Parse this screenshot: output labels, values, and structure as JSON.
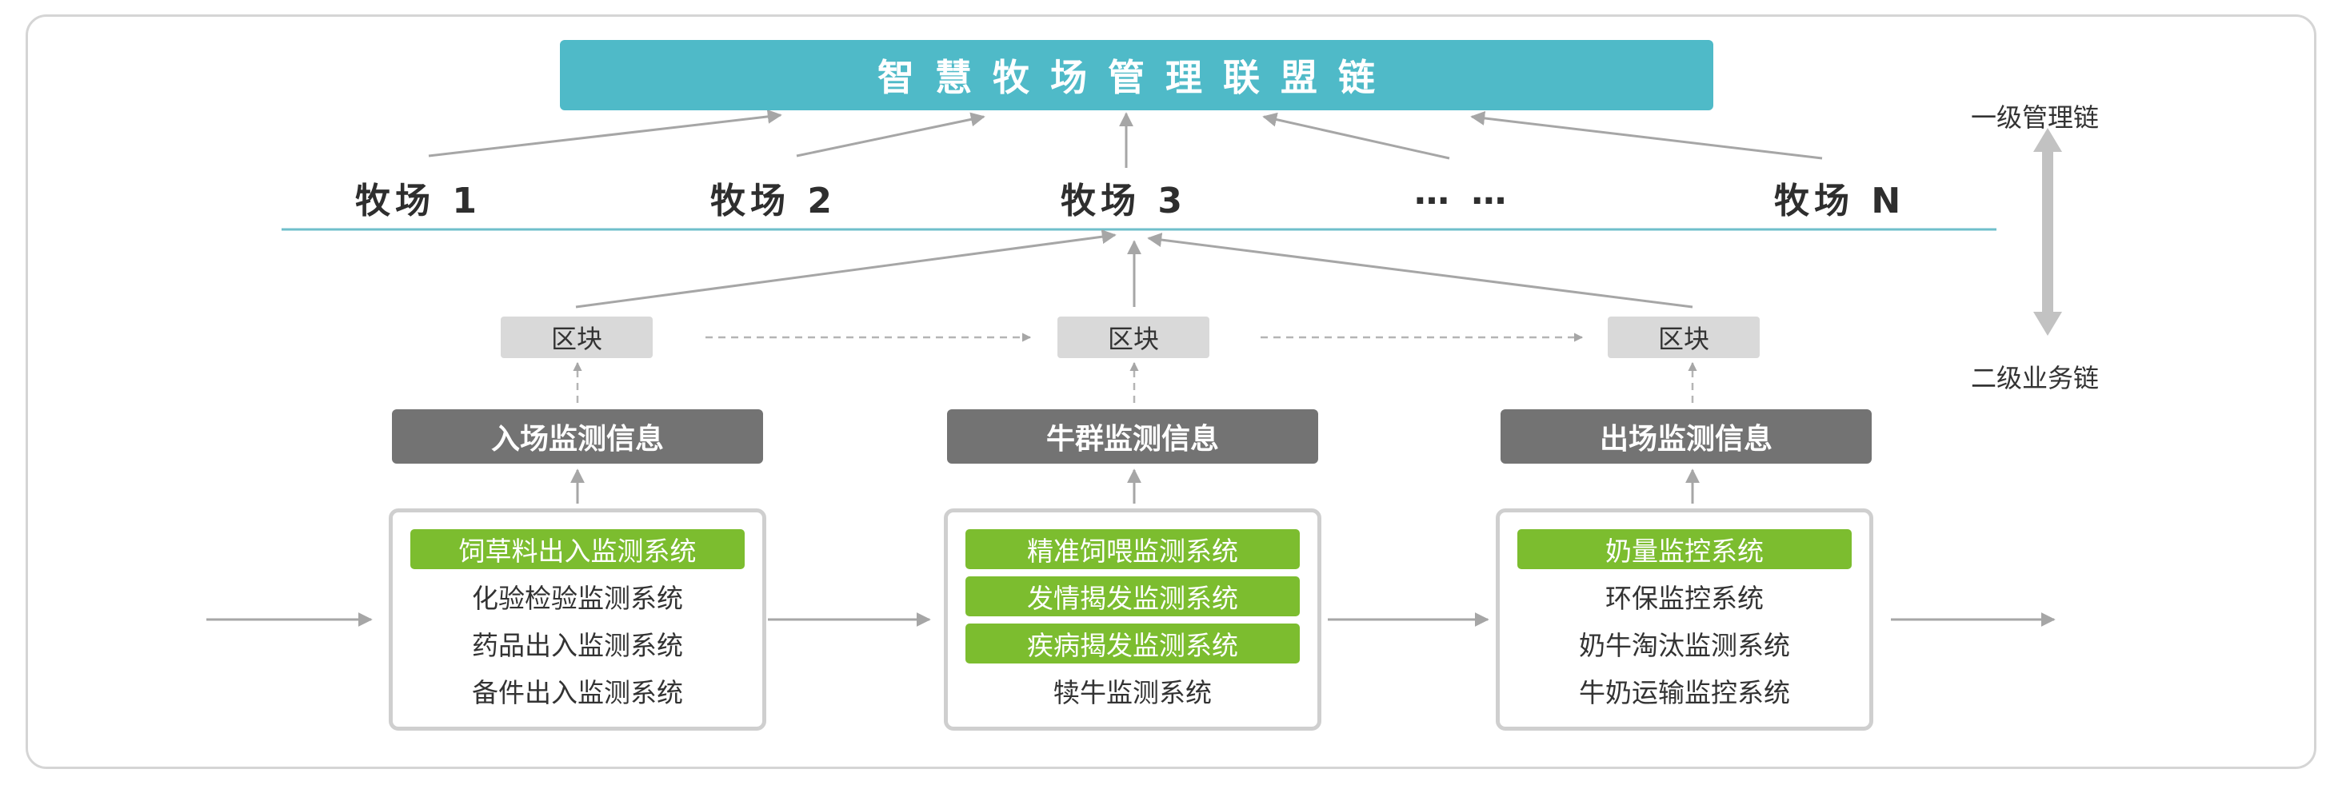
{
  "title": "智慧牧场管理联盟链",
  "farms": [
    "牧场 1",
    "牧场 2",
    "牧场 3",
    "… …",
    "牧场 N"
  ],
  "side_labels": {
    "level1": "一级管理链",
    "level2": "二级业务链"
  },
  "block_label": "区块",
  "columns": [
    {
      "heading": "入场监测信息",
      "systems": [
        {
          "name": "饲草料出入监测系统",
          "highlight": true
        },
        {
          "name": "化验检验监测系统",
          "highlight": false
        },
        {
          "name": "药品出入监测系统",
          "highlight": false
        },
        {
          "name": "备件出入监测系统",
          "highlight": false
        }
      ]
    },
    {
      "heading": "牛群监测信息",
      "systems": [
        {
          "name": "精准饲喂监测系统",
          "highlight": true
        },
        {
          "name": "发情揭发监测系统",
          "highlight": true
        },
        {
          "name": "疾病揭发监测系统",
          "highlight": true
        },
        {
          "name": "犊牛监测系统",
          "highlight": false
        }
      ]
    },
    {
      "heading": "出场监测信息",
      "systems": [
        {
          "name": "奶量监控系统",
          "highlight": true
        },
        {
          "name": "环保监控系统",
          "highlight": false
        },
        {
          "name": "奶牛淘汰监测系统",
          "highlight": false
        },
        {
          "name": "牛奶运输监控系统",
          "highlight": false
        }
      ]
    }
  ],
  "colors": {
    "banner": "#4fbac8",
    "highlight": "#7cbd2f",
    "heading": "#737373",
    "block": "#d9d9d9",
    "divider": "#6fbfcb",
    "arrow": "#a6a6a6"
  }
}
